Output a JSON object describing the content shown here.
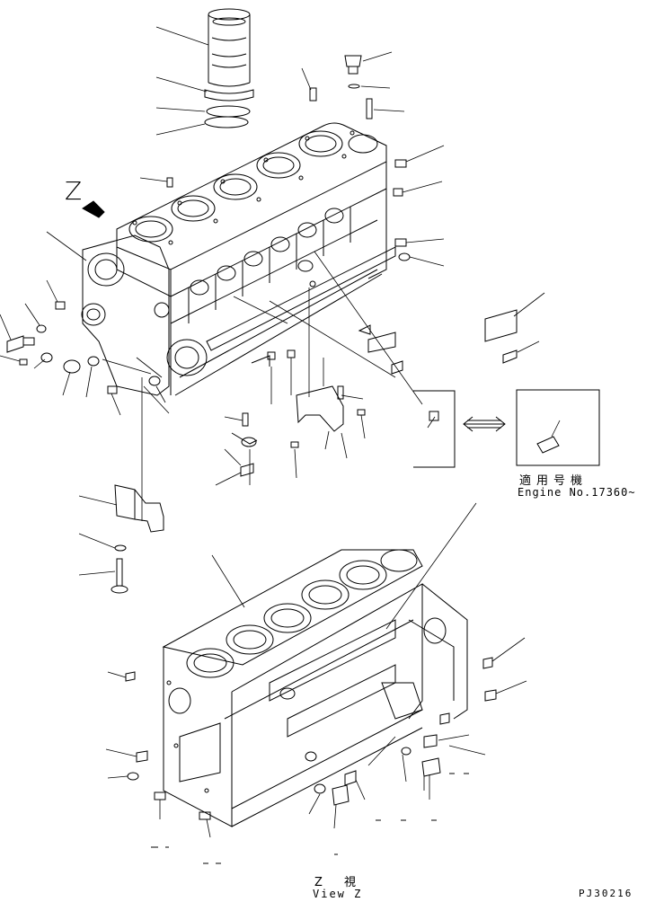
{
  "view_letter": "Z",
  "applicability": {
    "label_jp": "適用号機",
    "engine_no": "Engine No.17360~"
  },
  "view_caption": {
    "jp": "Z 視",
    "en": "View Z"
  },
  "drawing_id": "PJ30216"
}
